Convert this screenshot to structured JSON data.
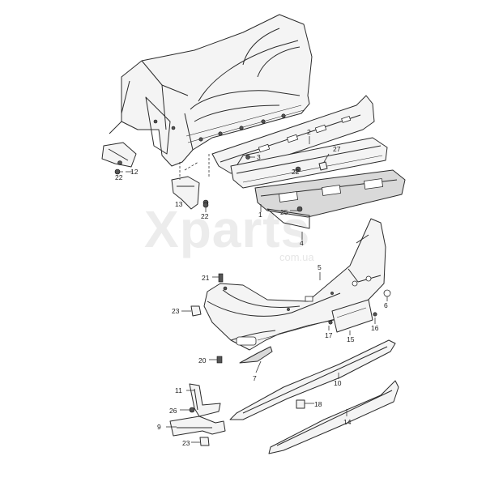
{
  "watermark": {
    "brand": "Xparts",
    "domain": "com.ua"
  },
  "callouts": {
    "c1": "1",
    "c2": "2",
    "c3": "3",
    "c4": "4",
    "c5": "5",
    "c6": "6",
    "c7": "7",
    "c9": "9",
    "c10": "10",
    "c11": "11",
    "c12": "12",
    "c13": "13",
    "c14": "14",
    "c15": "15",
    "c16": "16",
    "c17": "17",
    "c18": "18",
    "c20": "20",
    "c21": "21",
    "c22": "22",
    "c23": "23",
    "c25": "25",
    "c26": "26",
    "c27": "27"
  }
}
